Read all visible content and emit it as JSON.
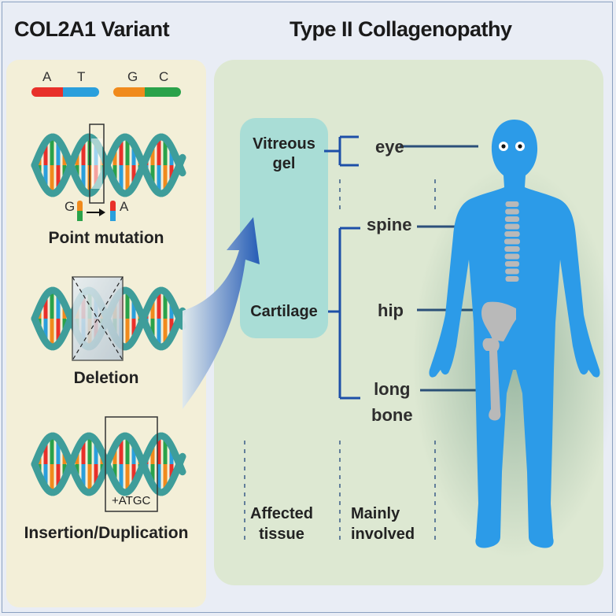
{
  "left_panel": {
    "title": "COL2A1 Variant",
    "bases": {
      "a": "A",
      "t": "T",
      "g": "G",
      "c": "C"
    },
    "point_mutation": {
      "label": "Point mutation",
      "from_base": "G",
      "to_base": "A"
    },
    "deletion": {
      "label": "Deletion"
    },
    "insertion": {
      "label": "Insertion/Duplication",
      "insert_text": "+ATGC"
    }
  },
  "right_panel": {
    "title": "Type II Collagenopathy",
    "tissues": {
      "vitreous": "Vitreous\ngel",
      "cartilage": "Cartilage"
    },
    "organs": {
      "eye": "eye",
      "spine": "spine",
      "hip": "hip",
      "long_bone": "long\nbone"
    },
    "footer": {
      "affected": "Affected\ntissue",
      "mainly": "Mainly\ninvolved"
    }
  },
  "colors": {
    "a": "#e8302a",
    "t": "#2a9fdc",
    "g": "#f08a1c",
    "c": "#2aa24a",
    "helix": "#3e9d9a",
    "body": "#2c9be8",
    "bone": "#b9b9b9",
    "bracket": "#1d4fa8",
    "left_bg": "#f3efd8",
    "right_bg": "#dde8d2",
    "tissue_bg": "#a9ddd6"
  }
}
